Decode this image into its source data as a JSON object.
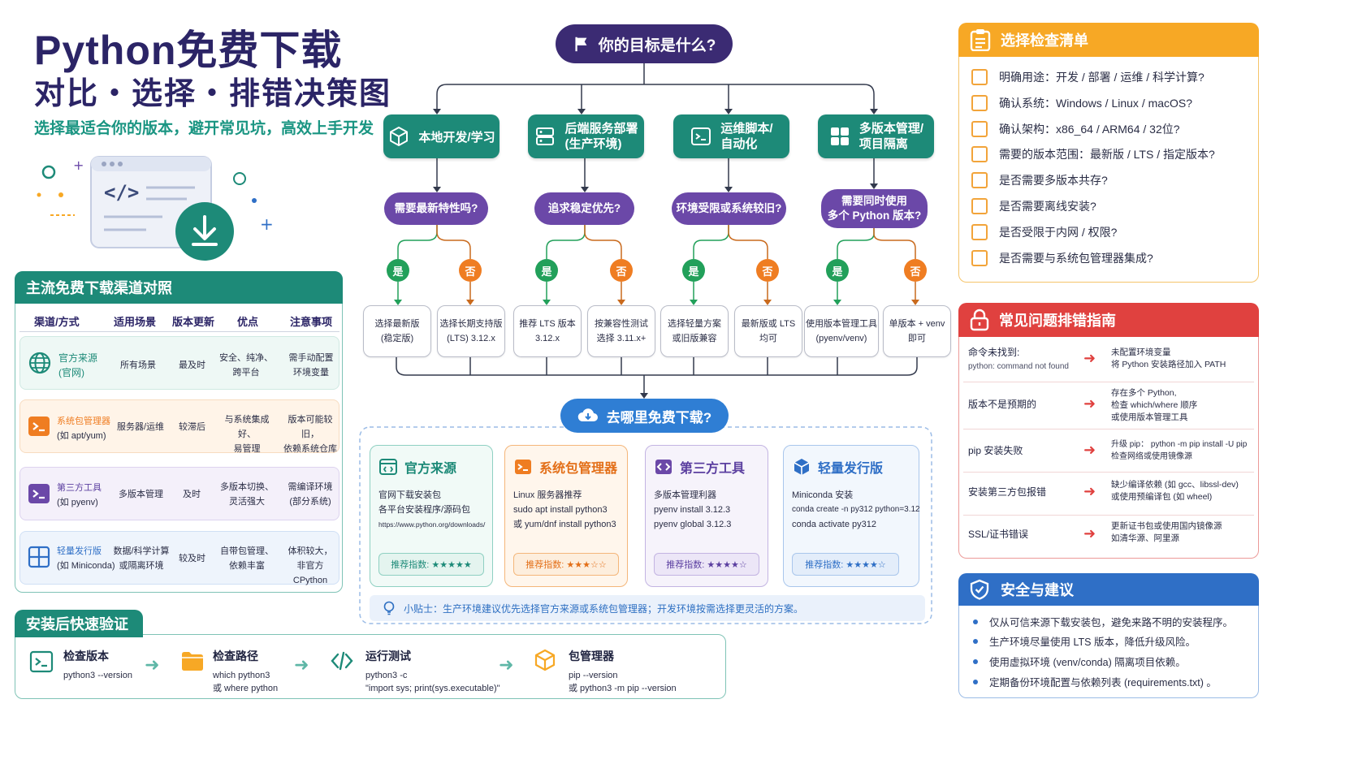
{
  "hero": {
    "title": "Python免费下载",
    "subtitle": "对比・选择・排错决策图",
    "tagline": "选择最适合你的版本，避开常见坑，高效上手开发"
  },
  "flow": {
    "goal": "你的目标是什么?",
    "categories": [
      {
        "line1": "本地开发/学习",
        "line2": "",
        "icon": "cube-icon"
      },
      {
        "line1": "后端服务部署",
        "line2": "(生产环境)",
        "icon": "server-icon"
      },
      {
        "line1": "运维脚本/",
        "line2": "自动化",
        "icon": "terminal-icon"
      },
      {
        "line1": "多版本管理/",
        "line2": "项目隔离",
        "icon": "grid-icon"
      }
    ],
    "questions": [
      {
        "line1": "需要最新特性吗?",
        "line2": ""
      },
      {
        "line1": "追求稳定优先?",
        "line2": ""
      },
      {
        "line1": "环境受限或系统较旧?",
        "line2": ""
      },
      {
        "line1": "需要同时使用",
        "line2": "多个 Python 版本?"
      }
    ],
    "yes": "是",
    "no": "否",
    "leaves": [
      {
        "line1": "选择最新版",
        "line2": "(稳定版)"
      },
      {
        "line1": "选择长期支持版",
        "line2": "(LTS) 3.12.x"
      },
      {
        "line1": "推荐 LTS 版本",
        "line2": "3.12.x"
      },
      {
        "line1": "按兼容性测试",
        "line2": "选择 3.11.x+"
      },
      {
        "line1": "选择轻量方案",
        "line2": "或旧版兼容"
      },
      {
        "line1": "最新版或 LTS",
        "line2": "均可"
      },
      {
        "line1": "使用版本管理工具",
        "line2": "(pyenv/venv)"
      },
      {
        "line1": "单版本 + venv",
        "line2": "即可"
      }
    ],
    "download_question": "去哪里免费下载?"
  },
  "sources": [
    {
      "title": "官方来源",
      "lines": [
        "官网下载安装包",
        "各平台安装程序/源码包",
        "https://www.python.org/downloads/"
      ],
      "rating": "推荐指数: ★★★★★",
      "color": "#1d8a78",
      "bg": "#f1faf7",
      "border": "#8fd0c2",
      "icon": "code-window-icon"
    },
    {
      "title": "系统包管理器",
      "lines": [
        "Linux 服务器推荐",
        "sudo apt install python3",
        "或 yum/dnf install python3"
      ],
      "rating": "推荐指数: ★★★☆☆",
      "color": "#e36f18",
      "bg": "#fff6ec",
      "border": "#f4b67a",
      "icon": "terminal-icon"
    },
    {
      "title": "第三方工具",
      "lines": [
        "多版本管理利器",
        "pyenv install 3.12.3",
        "pyenv global 3.12.3"
      ],
      "rating": "推荐指数: ★★★★☆",
      "color": "#5b3fa0",
      "bg": "#f6f3fb",
      "border": "#c3b4e2",
      "icon": "code-icon"
    },
    {
      "title": "轻量发行版",
      "lines": [
        "Miniconda 安装",
        "conda create -n py312 python=3.12",
        "conda activate py312"
      ],
      "rating": "推荐指数: ★★★★☆",
      "color": "#2f6fc6",
      "bg": "#f2f7fd",
      "border": "#a9c6ec",
      "icon": "box-icon"
    }
  ],
  "tip": "小贴士：生产环境建议优先选择官方来源或系统包管理器；开发环境按需选择更灵活的方案。",
  "channels": {
    "title": "主流免费下载渠道对照",
    "headers": [
      "渠道/方式",
      "适用场景",
      "版本更新",
      "优点",
      "注意事项"
    ],
    "rows": [
      {
        "name": "官方来源",
        "sub": "(官网)",
        "scene": "所有场景",
        "update": "最及时",
        "pro1": "安全、纯净、",
        "pro2": "跨平台",
        "note1": "需手动配置",
        "note2": "环境变量",
        "color": "#1d8a78",
        "bg": "#eef8f5",
        "icon": "globe-icon"
      },
      {
        "name": "系统包管理器",
        "sub": "(如 apt/yum)",
        "scene": "服务器/运维",
        "update": "较滞后",
        "pro1": "与系统集成好、",
        "pro2": "易管理",
        "note1": "版本可能较旧，",
        "note2": "依赖系统仓库",
        "color": "#ef7d22",
        "bg": "#fff4e8",
        "icon": "terminal-icon"
      },
      {
        "name": "第三方工具",
        "sub": "(如 pyenv)",
        "scene": "多版本管理",
        "update": "及时",
        "pro1": "多版本切换、",
        "pro2": "灵活强大",
        "note1": "需编译环境",
        "note2": "(部分系统)",
        "color": "#5b3fa0",
        "bg": "#f4f0fa",
        "icon": "terminal-icon"
      },
      {
        "name": "轻量发行版",
        "sub": "(如 Miniconda)",
        "scene": "数据/科学计算",
        "scene2": "或隔离环境",
        "update": "较及时",
        "pro1": "自带包管理、",
        "pro2": "依赖丰富",
        "note1": "体积较大，",
        "note2": "非官方 CPython",
        "color": "#2f6fc6",
        "bg": "#eef4fc",
        "icon": "grid-plus-icon"
      }
    ]
  },
  "verify": {
    "title": "安装后快速验证",
    "steps": [
      {
        "title": "检查版本",
        "d1": "python3 --version",
        "d2": "",
        "icon": "terminal-icon"
      },
      {
        "title": "检查路径",
        "d1": "which python3",
        "d2": "或 where python",
        "icon": "folder-icon"
      },
      {
        "title": "运行测试",
        "d1": "python3 -c",
        "d2": "\"import sys; print(sys.executable)\"",
        "icon": "code-icon"
      },
      {
        "title": "包管理器",
        "d1": "pip --version",
        "d2": "或 python3 -m pip --version",
        "icon": "box-icon"
      }
    ]
  },
  "checklist": {
    "title": "选择检查清单",
    "items": [
      "明确用途：开发 / 部署 / 运维 / 科学计算?",
      "确认系统：Windows / Linux / macOS?",
      "确认架构：x86_64 / ARM64 / 32位?",
      "需要的版本范围：最新版 / LTS / 指定版本?",
      "是否需要多版本共存?",
      "是否需要离线安装?",
      "是否受限于内网 / 权限?",
      "是否需要与系统包管理器集成?"
    ]
  },
  "troubleshoot": {
    "title": "常见问题排错指南",
    "rows": [
      {
        "p": "命令未找到:",
        "p2": "python: command not found",
        "s1": "未配置环境变量",
        "s2": "将 Python 安装路径加入 PATH",
        "s3": ""
      },
      {
        "p": "版本不是预期的",
        "p2": "",
        "s1": "存在多个 Python,",
        "s2": "检查 which/where 顺序",
        "s3": "或使用版本管理工具"
      },
      {
        "p": "pip 安装失败",
        "p2": "",
        "s1": "升级 pip： python -m pip install -U pip",
        "s2": "检查网络或使用镜像源",
        "s3": ""
      },
      {
        "p": "安装第三方包报错",
        "p2": "",
        "s1": "缺少编译依赖 (如 gcc、libssl-dev)",
        "s2": "或使用预编译包 (如 wheel)",
        "s3": ""
      },
      {
        "p": "SSL/证书错误",
        "p2": "",
        "s1": "更新证书包或使用国内镜像源",
        "s2": "如清华源、阿里源",
        "s3": ""
      }
    ]
  },
  "safety": {
    "title": "安全与建议",
    "items": [
      "仅从可信来源下载安装包，避免来路不明的安装程序。",
      "生产环境尽量使用 LTS 版本，降低升级风险。",
      "使用虚拟环境 (venv/conda) 隔离项目依赖。",
      "定期备份环境配置与依赖列表 (requirements.txt) 。"
    ]
  }
}
